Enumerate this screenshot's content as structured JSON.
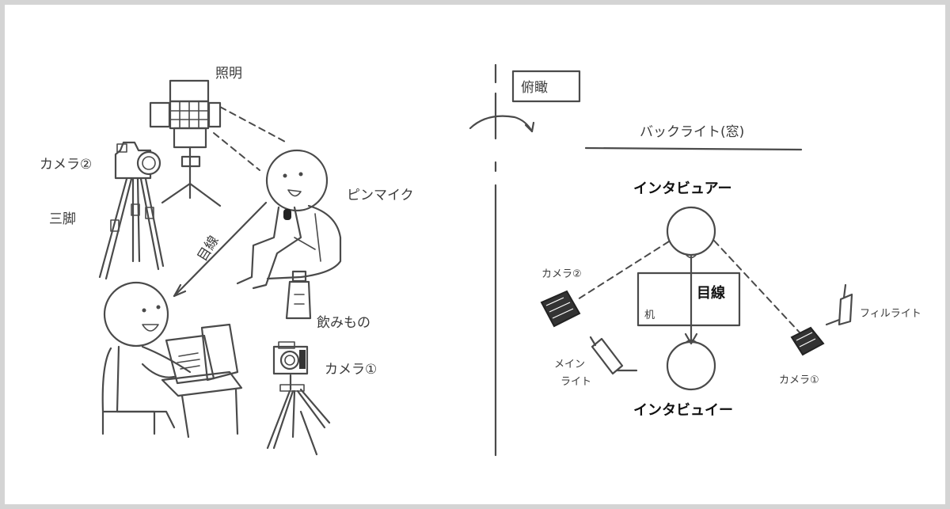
{
  "left_scene": {
    "light_label": "照明",
    "camera2_label": "カメラ②",
    "tripod_label": "三脚",
    "pin_mic_label": "ピンマイク",
    "gaze_label": "目線",
    "drink_label": "飲みもの",
    "camera1_label": "カメラ①"
  },
  "right_scene": {
    "overhead_label": "俯瞰",
    "backlight_label": "バックライト(窓)",
    "interviewer_label": "インタビュアー",
    "interviewee_label": "インタビュイー",
    "desk_label": "机",
    "gaze_label": "目線",
    "camera2_label": "カメラ②",
    "camera1_label": "カメラ①",
    "main_light_label_line1": "メイン",
    "main_light_label_line2": "ライト",
    "fill_light_label": "フィルライト"
  },
  "icons": [
    "light-icon",
    "camera-icon",
    "tripod-icon",
    "person-icon",
    "laptop-icon",
    "bottle-icon",
    "chair-icon",
    "desk-icon"
  ]
}
